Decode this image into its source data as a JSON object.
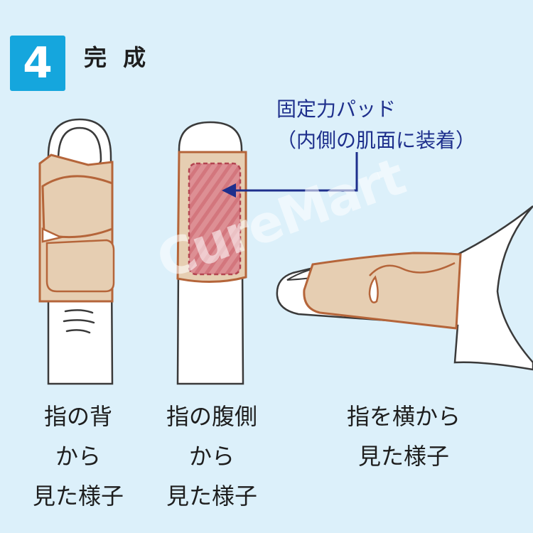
{
  "step": {
    "number": "4",
    "title": "完 成"
  },
  "callout": {
    "line1": "固定力パッド",
    "line2": "（内側の肌面に装着）"
  },
  "watermark": "CureMart",
  "captions": {
    "back": [
      "指の背",
      "から",
      "見た様子"
    ],
    "palm": [
      "指の腹側",
      "から",
      "見た様子"
    ],
    "side": [
      "指を横から",
      "見た様子"
    ]
  },
  "colors": {
    "background": "#dcf0fa",
    "badge": "#15a6dd",
    "wrap_fill": "#e6ceb2",
    "wrap_outline": "#b5653a",
    "pad_fill": "#dd8f94",
    "pad_stripe": "#c9626a",
    "skin_fill": "#ffffff",
    "arrow": "#1e2f8c"
  },
  "icons": [
    "finger-back-illustration",
    "finger-palm-illustration",
    "finger-side-illustration",
    "arrow-left-icon"
  ]
}
